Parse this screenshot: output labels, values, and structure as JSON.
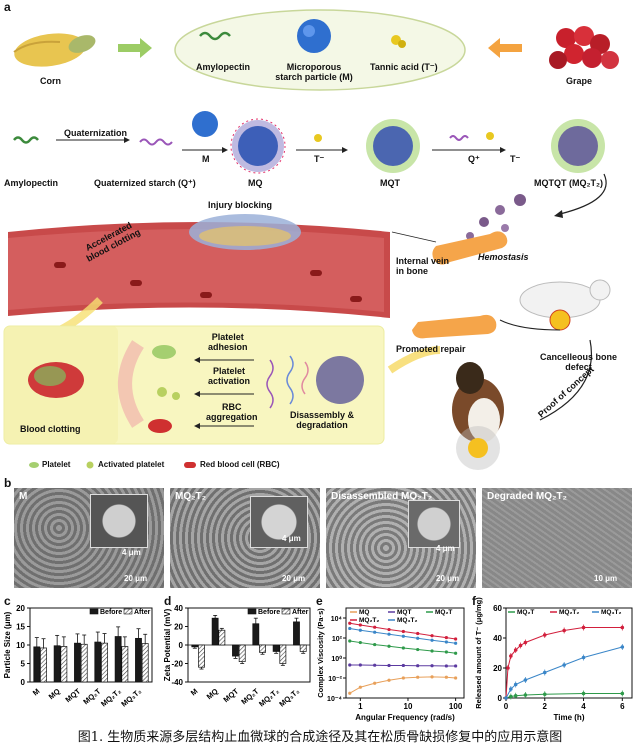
{
  "panel_a": {
    "letter": "a",
    "corn": "Corn",
    "grape": "Grape",
    "amylopectin": "Amylopectin",
    "microporous": "Microporous\nstarch particle (M)",
    "tannic": "Tannic acid (T⁻)",
    "quaternization": "Quaternization",
    "amylopectin2": "Amylopectin",
    "quat_starch": "Quaternized starch (Q⁺)",
    "arrow_m": "M",
    "arrow_t": "T⁻",
    "arrow_q": "Q⁺",
    "arrow_t2": "T⁻",
    "mq": "MQ",
    "mqt": "MQT",
    "mqtqt": "MQTQT (MQ₂T₂)",
    "injury_blocking": "Injury blocking",
    "accel": "Accelerated\nblood clotting",
    "internal_vein": "Internal vein\nin bone",
    "hemostasis": "Hemostasis",
    "promoted_repair": "Promoted repair",
    "cancellous": "Cancelleous bone\ndefect",
    "proof": "Proof of concept",
    "platelet_adhesion": "Platelet\nadhesion",
    "platelet_activation": "Platelet\nactivation",
    "rbc_aggregation": "RBC\naggregation",
    "blood_clotting": "Blood clotting",
    "disassembly": "Disassembly &\ndegradation",
    "legend_platelet": "Platelet",
    "legend_activated": "Activated platelet",
    "legend_rbc": "Red blood cell (RBC)"
  },
  "panel_b": {
    "letter": "b",
    "images": [
      {
        "title": "M",
        "scale_inset": "4 μm",
        "scale_main": "20 μm"
      },
      {
        "title": "MQ₂T₂",
        "scale_inset": "4 μm",
        "scale_main": "20 μm"
      },
      {
        "title": "Disassembled MQ₂T₂",
        "scale_inset": "4 μm",
        "scale_main": "20 μm"
      },
      {
        "title": "Degraded MQ₂T₂",
        "scale_main": "10 μm"
      }
    ]
  },
  "panel_c": {
    "letter": "c",
    "chart_data": {
      "type": "bar",
      "ylabel": "Particle Size (μm)",
      "categories": [
        "M",
        "MQ",
        "MQT",
        "MQ₂T",
        "MQ₂T₂",
        "MQ₃T₂"
      ],
      "ylim": [
        0,
        20
      ],
      "yticks": [
        "0",
        "5",
        "10",
        "15",
        "20"
      ],
      "legend_position": "top-right",
      "series": [
        {
          "name": "Before",
          "values": [
            9.5,
            9.8,
            10.5,
            10.8,
            12.3,
            11.8
          ],
          "errors": [
            2.5,
            2.8,
            2.5,
            2.7,
            2.6,
            2.6
          ]
        },
        {
          "name": "After",
          "values": [
            9.2,
            9.6,
            10.2,
            10.5,
            9.6,
            10.4
          ],
          "errors": [
            2.5,
            2.6,
            2.5,
            2.6,
            2.6,
            2.5
          ]
        }
      ]
    }
  },
  "panel_d": {
    "letter": "d",
    "chart_data": {
      "type": "bar",
      "ylabel": "Zeta Potential (mV)",
      "categories": [
        "M",
        "MQ",
        "MQT",
        "MQ₂T",
        "MQ₂T₂",
        "MQ₃T₂"
      ],
      "ylim": [
        -40,
        40
      ],
      "yticks": [
        "-40",
        "-20",
        "0",
        "20",
        "40"
      ],
      "legend_position": "top-right",
      "series": [
        {
          "name": "Before",
          "values": [
            -2,
            29,
            -12,
            23,
            -7,
            25
          ],
          "errors": [
            1.5,
            3,
            2.5,
            6,
            2,
            4
          ]
        },
        {
          "name": "After",
          "values": [
            -24,
            16,
            -18,
            -8,
            -20,
            -7
          ],
          "errors": [
            2,
            2,
            2,
            2,
            2,
            2
          ]
        }
      ]
    }
  },
  "panel_e": {
    "letter": "e",
    "chart_data": {
      "type": "line",
      "xlabel": "Angular Frequency (rad/s)",
      "ylabel": "Complex Viscosity (Pa·s)",
      "xscale": "log",
      "yscale": "log",
      "xlim": [
        0.5,
        150
      ],
      "ylim": [
        0.0001,
        100000
      ],
      "xticks": [
        "1",
        "10",
        "100"
      ],
      "yticks": [
        "10⁻⁴",
        "10⁻²",
        "10⁰",
        "10²",
        "10⁴"
      ],
      "legend_position": "top",
      "x": [
        0.6,
        1,
        2,
        4,
        8,
        16,
        32,
        64,
        100
      ],
      "series": [
        {
          "name": "MQ",
          "color": "#e8a05a",
          "values": [
            0.0003,
            0.0012,
            0.003,
            0.006,
            0.01,
            0.012,
            0.013,
            0.012,
            0.01
          ]
        },
        {
          "name": "MQT",
          "color": "#5b3aa0",
          "values": [
            0.2,
            0.2,
            0.19,
            0.18,
            0.18,
            0.17,
            0.17,
            0.16,
            0.16
          ]
        },
        {
          "name": "MQ₂T",
          "color": "#2e9a4a",
          "values": [
            50,
            35,
            22,
            15,
            10,
            7,
            5,
            4,
            3
          ]
        },
        {
          "name": "MQ₂T₂",
          "color": "#d21f3c",
          "values": [
            3000,
            2000,
            1200,
            700,
            450,
            280,
            170,
            110,
            80
          ]
        },
        {
          "name": "MQ₃T₂",
          "color": "#3a86c8",
          "values": [
            900,
            600,
            380,
            240,
            150,
            95,
            60,
            40,
            30
          ]
        }
      ]
    }
  },
  "panel_f": {
    "letter": "f",
    "chart_data": {
      "type": "line",
      "xlabel": "Time (h)",
      "ylabel": "Released amount of T⁻ (μg/mg)",
      "xlim": [
        0,
        6.5
      ],
      "ylim": [
        0,
        60
      ],
      "xticks": [
        "0",
        "2",
        "4",
        "6"
      ],
      "yticks": [
        "0",
        "20",
        "40",
        "60"
      ],
      "legend_position": "top",
      "series": [
        {
          "name": "MQ₂T",
          "color": "#2e9a4a",
          "x": [
            0,
            0.25,
            0.5,
            1,
            2,
            4,
            6
          ],
          "values": [
            0,
            1,
            1.5,
            2,
            2.5,
            3,
            3
          ]
        },
        {
          "name": "MQ₂T₂",
          "color": "#d21f3c",
          "x": [
            0,
            0.1,
            0.25,
            0.5,
            0.75,
            1,
            2,
            3,
            4,
            6
          ],
          "values": [
            0,
            20,
            28,
            32,
            35,
            37,
            42,
            45,
            47,
            47
          ]
        },
        {
          "name": "MQ₃T₂",
          "color": "#3a86c8",
          "x": [
            0,
            0.25,
            0.5,
            1,
            2,
            3,
            4,
            6
          ],
          "values": [
            0,
            6,
            9,
            12,
            17,
            22,
            27,
            34
          ]
        }
      ]
    }
  },
  "caption": "图1. 生物质来源多层结构止血微球的合成途径及其在松质骨缺损修复中的应用示意图"
}
